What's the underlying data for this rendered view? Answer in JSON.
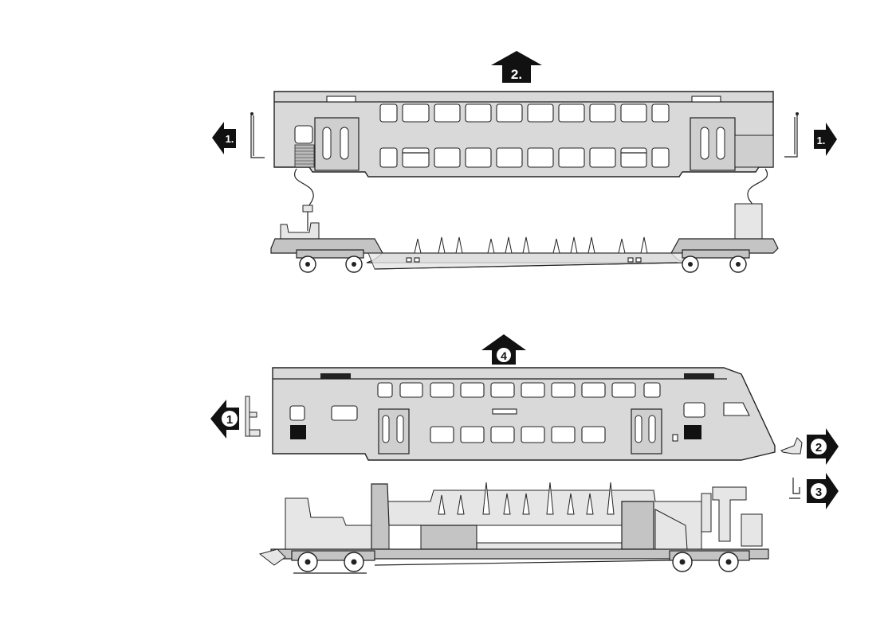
{
  "diagram": {
    "step_labels": {
      "top_lift": "2.",
      "top_left": "1.",
      "top_right": "1.",
      "bottom_lift": "4",
      "bottom_left": "1",
      "bottom_right_a": "2",
      "bottom_right_b": "3"
    },
    "colors": {
      "arrow": "#111111",
      "body": "#d9d9d9",
      "chassis": "#c4c4c4",
      "window": "#ffffff",
      "outline": "#222222"
    }
  }
}
